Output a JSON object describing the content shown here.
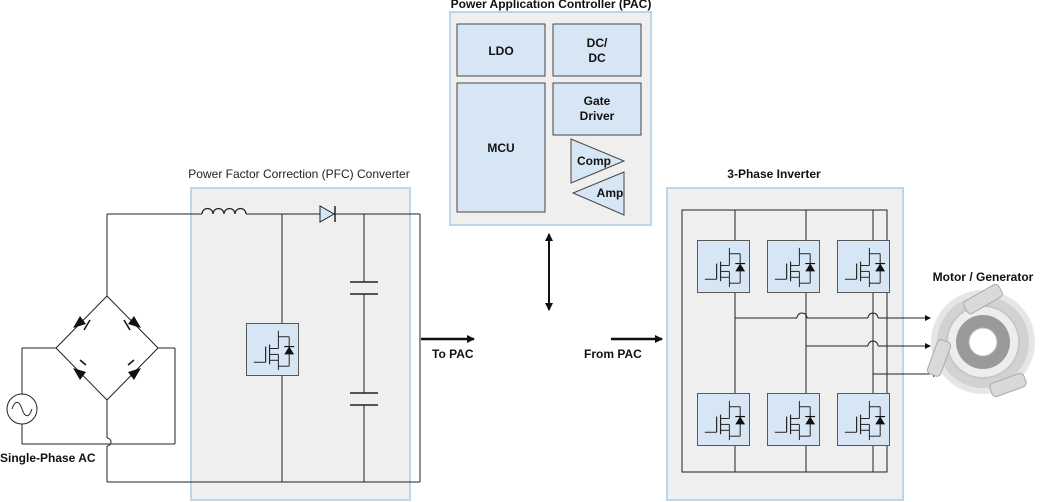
{
  "colors": {
    "panel_fill": "#efefef",
    "panel_border": "#bcd7ec",
    "block_fill": "#d7e6f4",
    "wire": "#222222"
  },
  "pfc": {
    "title": "Power Factor Correction (PFC) Converter"
  },
  "pac": {
    "title": "Power Application Controller (PAC)",
    "ldo": "LDO",
    "dcdc_line1": "DC/",
    "dcdc_line2": "DC",
    "mcu": "MCU",
    "gate_line1": "Gate",
    "gate_line2": "Driver",
    "comp": "Comp",
    "amp": "Amp"
  },
  "inverter": {
    "title": "3-Phase Inverter"
  },
  "source": {
    "label": "Single-Phase AC",
    "icon": "ac-source-icon"
  },
  "motor": {
    "label": "Motor / Generator",
    "icon": "motor-icon"
  },
  "signals": {
    "to_pac": "To PAC",
    "from_pac": "From PAC"
  }
}
